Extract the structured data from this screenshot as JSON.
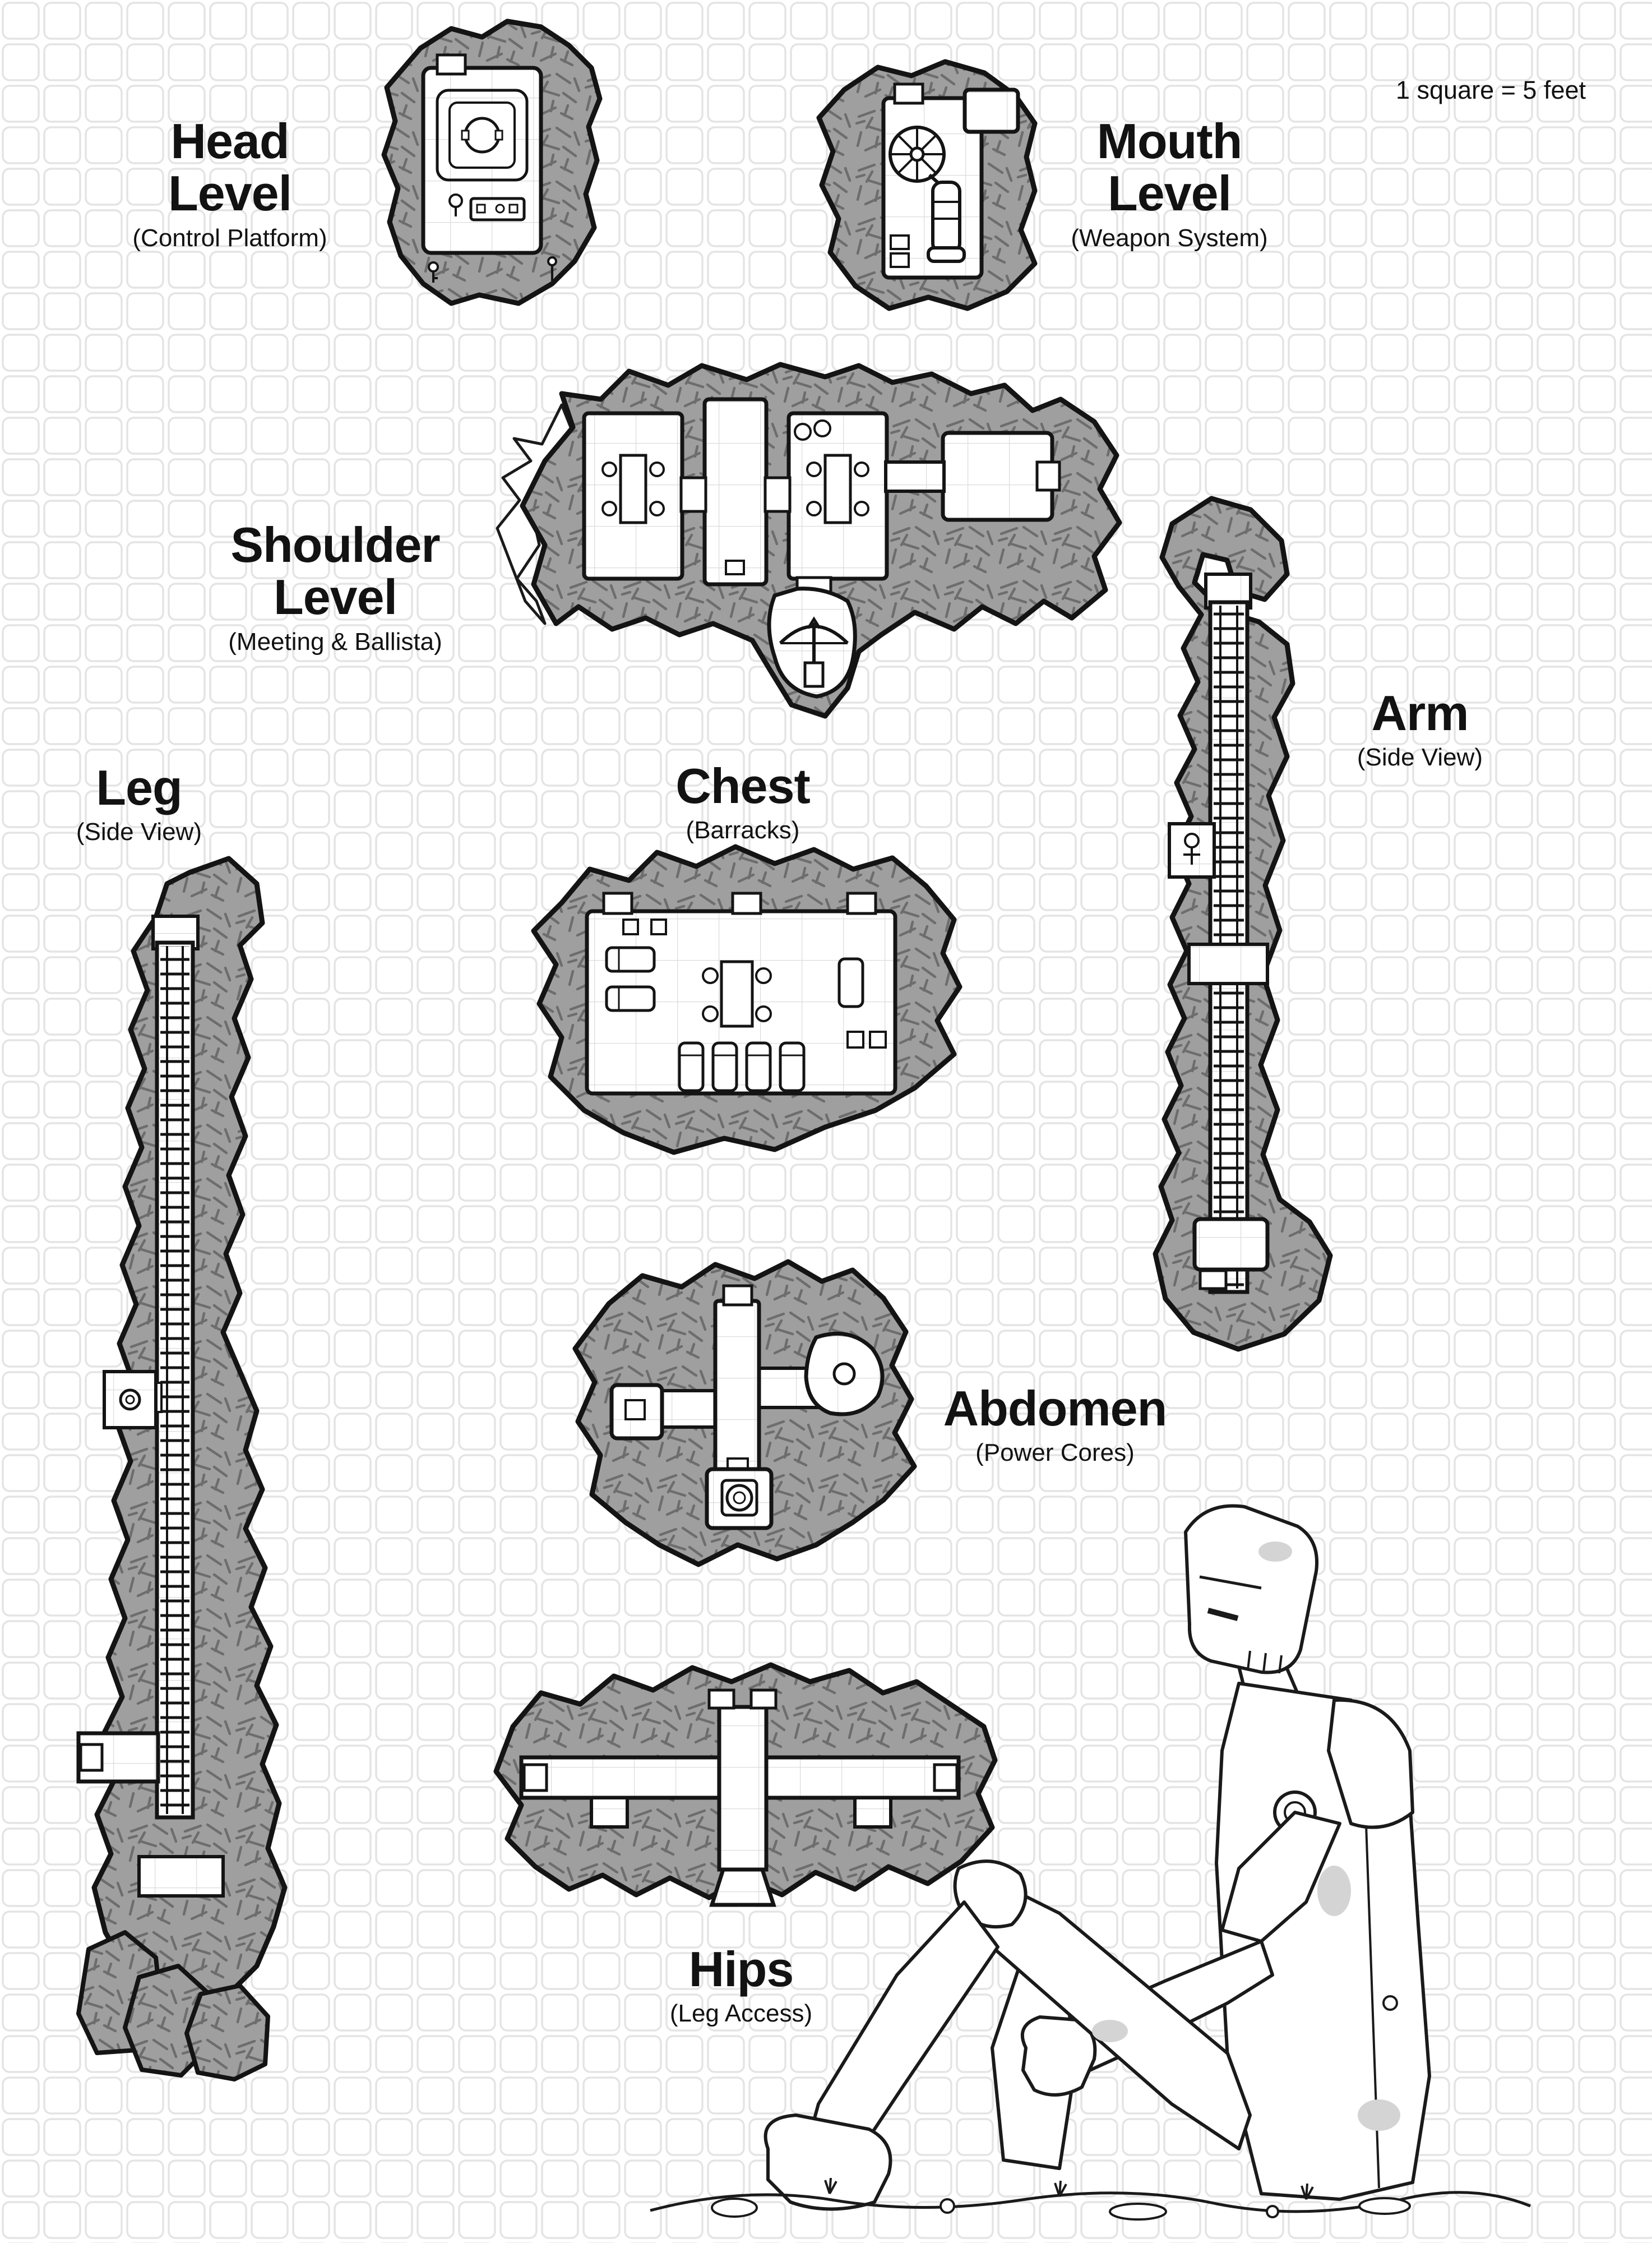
{
  "page": {
    "scale_note": "1 square = 5 feet"
  },
  "palette": {
    "rock_gray": "#9f9f9f",
    "hatch_gray": "#6d6d6d",
    "ink": "#141414",
    "background_grid": "#e4e4e4",
    "room_grid": "#dcdcdc"
  },
  "sections": [
    {
      "id": "head",
      "title": "Head Level",
      "subtitle": "(Control Platform)"
    },
    {
      "id": "mouth",
      "title": "Mouth Level",
      "subtitle": "(Weapon System)"
    },
    {
      "id": "shoulder",
      "title": "Shoulder Level",
      "subtitle": "(Meeting & Ballista)"
    },
    {
      "id": "chest",
      "title": "Chest",
      "subtitle": "(Barracks)"
    },
    {
      "id": "arm",
      "title": "Arm",
      "subtitle": "(Side View)"
    },
    {
      "id": "leg",
      "title": "Leg",
      "subtitle": "(Side View)"
    },
    {
      "id": "abdomen",
      "title": "Abdomen",
      "subtitle": "(Power Cores)"
    },
    {
      "id": "hips",
      "title": "Hips",
      "subtitle": "(Leg Access)"
    }
  ]
}
